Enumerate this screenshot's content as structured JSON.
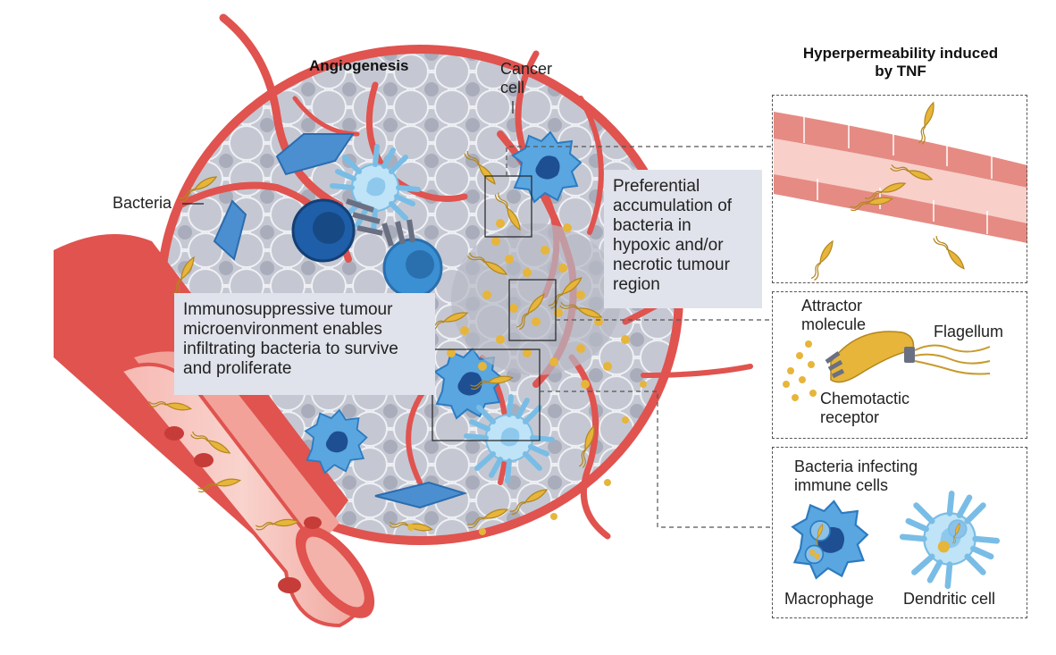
{
  "titles": {
    "angiogenesis": "Angiogenesis",
    "hyperpermeability": "Hyperpermeability induced by TNF"
  },
  "labels": {
    "cancer_cell": "Cancer cell",
    "bacteria": "Bacteria",
    "attractor_molecule": "Attractor molecule",
    "flagellum": "Flagellum",
    "chemotactic_receptor": "Chemotactic receptor",
    "infecting_immune_cells": "Bacteria infecting immune cells",
    "macrophage": "Macrophage",
    "dendritic_cell": "Dendritic cell"
  },
  "callouts": {
    "preferential": "Preferential accumulation of bacteria in hypoxic and/or necrotic tumour region",
    "immunosuppressive": "Immunosuppressive tumour microenvironment enables infiltrating bacteria to survive and proliferate"
  },
  "colors": {
    "vessel": "#e0534f",
    "vessel_light": "#f4b3ad",
    "tumour_cell": "#c9ccd6",
    "immune_blue": "#3b8fd3",
    "t_cell_dark": "#1f5ea8",
    "bacterium": "#e6b53a",
    "callout_bg": "#e0e3eb"
  }
}
